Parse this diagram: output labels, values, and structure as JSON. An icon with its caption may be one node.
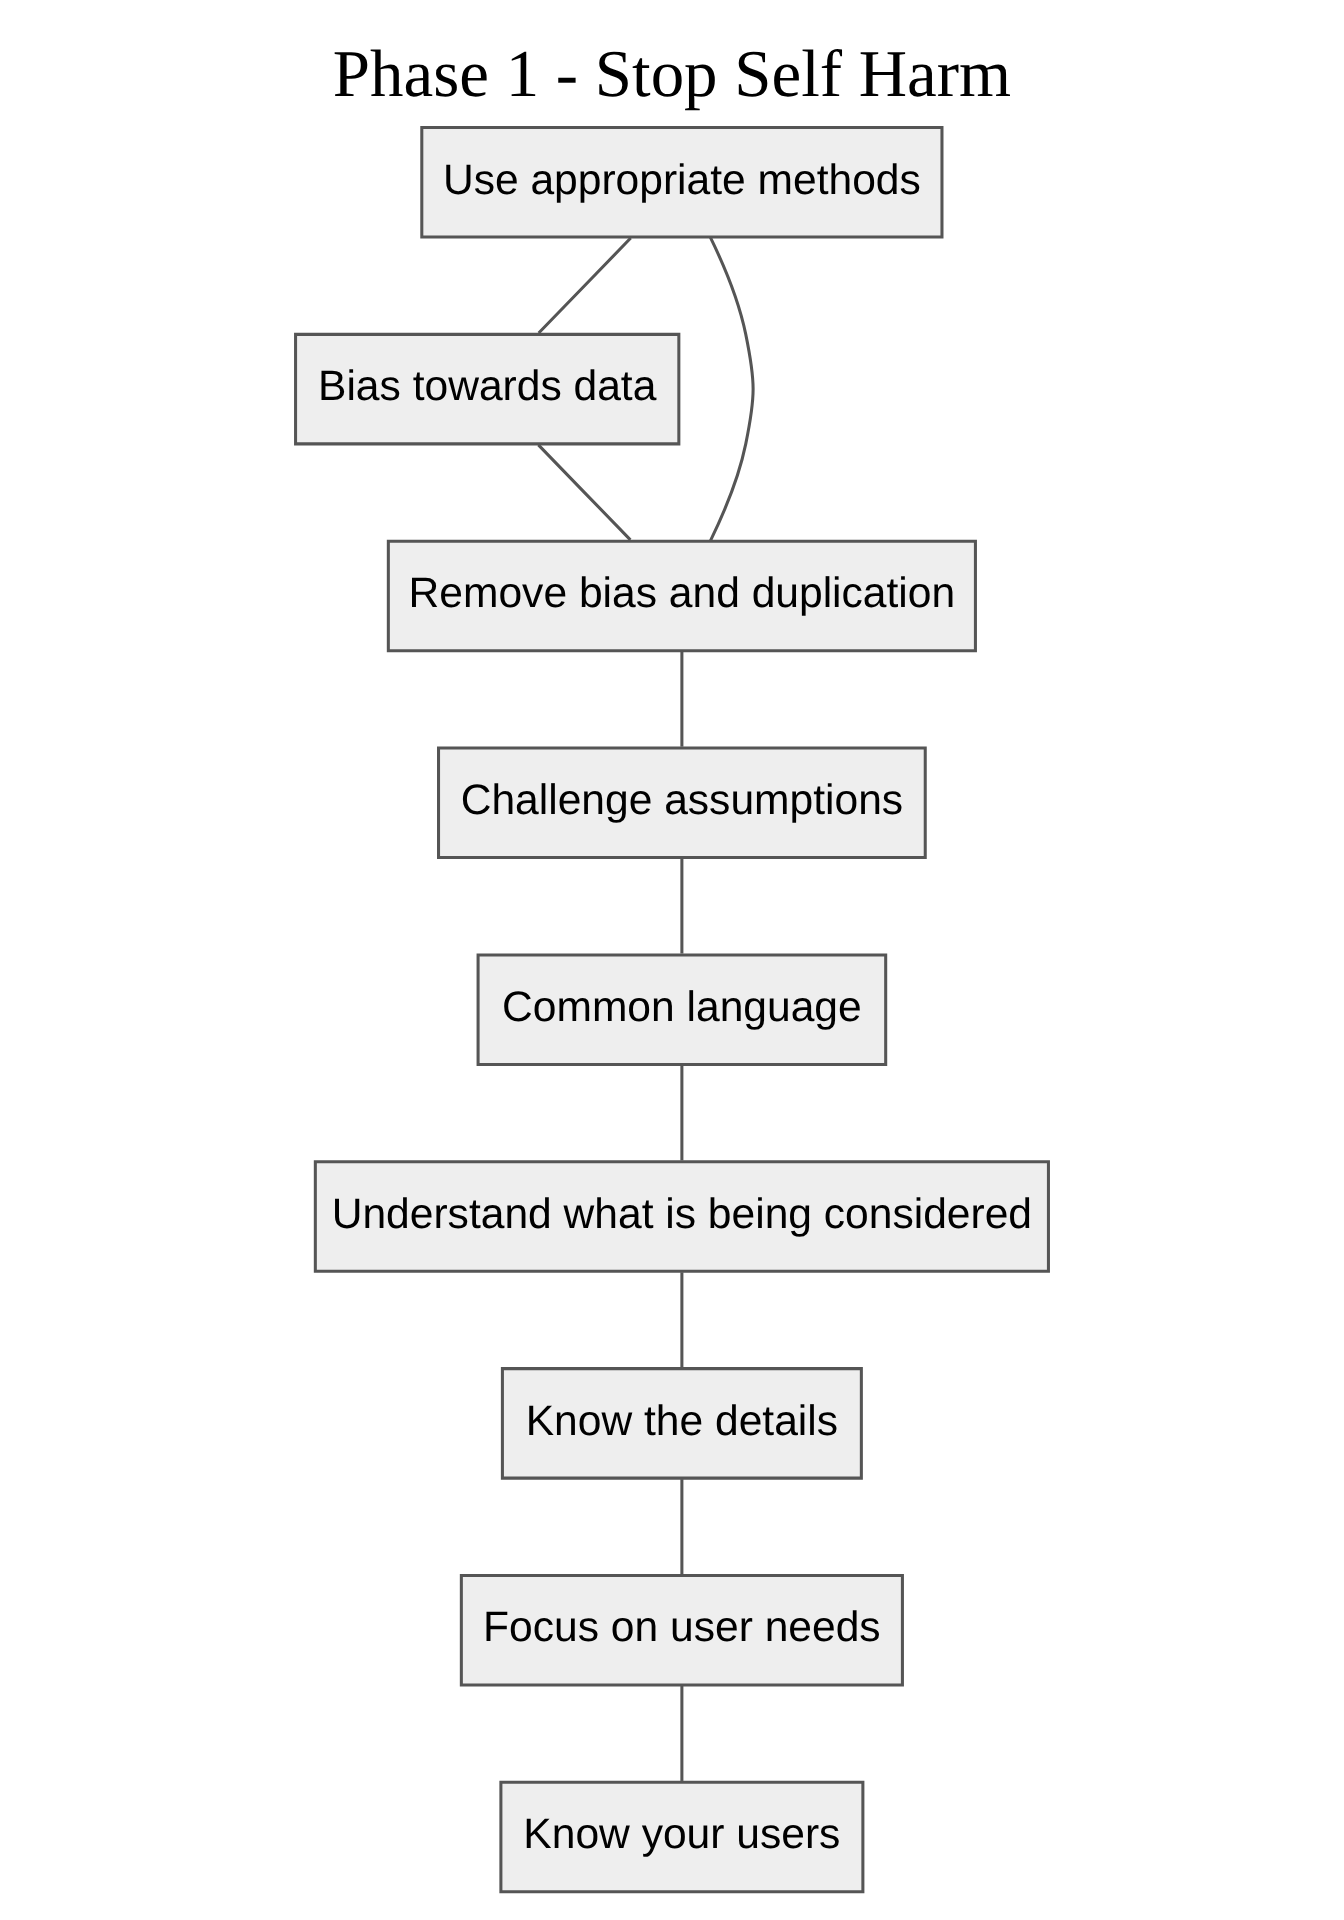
{
  "diagram": {
    "title": "Phase 1 - Stop Self Harm",
    "nodes": [
      {
        "text": [
          "Use appropriate methods"
        ]
      },
      {
        "text": [
          "Bias towards data"
        ]
      },
      {
        "text": [
          "Remove bias and duplication"
        ]
      },
      {
        "text": [
          "Challenge assumptions"
        ]
      },
      {
        "text": [
          "Common language"
        ]
      },
      {
        "text": [
          "Understand what is being considered"
        ]
      },
      {
        "text": [
          "Know the details"
        ]
      },
      {
        "text": [
          "Focus on user needs"
        ]
      },
      {
        "text": [
          "Know your users"
        ]
      }
    ],
    "edges": [
      {
        "from": 0,
        "to": 1,
        "arrow": "none"
      },
      {
        "from": 0,
        "to": 2,
        "arrow": "none"
      },
      {
        "from": 1,
        "to": 2,
        "arrow": "none"
      },
      {
        "from": 2,
        "to": 3,
        "arrow": "none"
      },
      {
        "from": 3,
        "to": 4,
        "arrow": "none"
      },
      {
        "from": 4,
        "to": 5,
        "arrow": "none"
      },
      {
        "from": 5,
        "to": 6,
        "arrow": "none"
      },
      {
        "from": 6,
        "to": 7,
        "arrow": "none"
      },
      {
        "from": 7,
        "to": 8,
        "arrow": "none"
      }
    ]
  }
}
